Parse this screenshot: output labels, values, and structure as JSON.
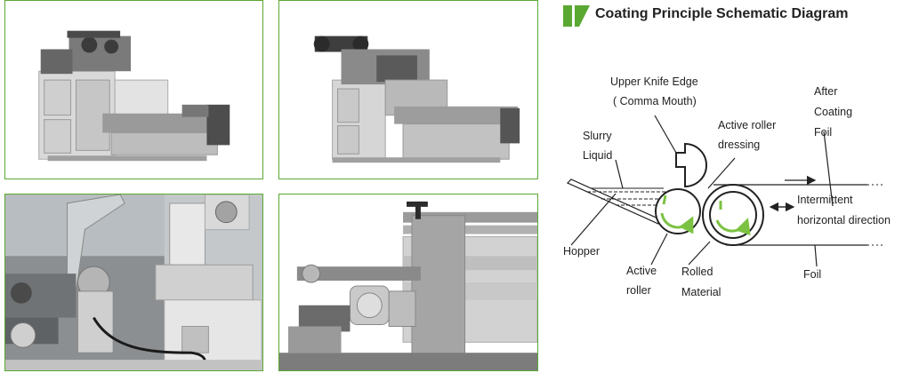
{
  "title": "Coating Principle Schematic Diagram",
  "colors": {
    "accent_green": "#5aa832",
    "arrow_green": "#7cc242",
    "frame_grey": "#cfcfcf",
    "machine_grey": "#8e8e8e",
    "text": "#222222"
  },
  "photos": [
    {
      "name": "machine-front-view-photo"
    },
    {
      "name": "machine-angled-view-photo"
    },
    {
      "name": "unwinder-closeup-photo"
    },
    {
      "name": "roller-assembly-closeup-photo"
    }
  ],
  "labels": {
    "upper_knife_1": "Upper Knife Edge",
    "upper_knife_2": "( Comma Mouth)",
    "active_roller_dressing_1": "Active roller",
    "active_roller_dressing_2": "dressing",
    "after_coating_1": "After",
    "after_coating_2": "Coating",
    "after_coating_3": "Foil",
    "slurry_1": "Slurry",
    "slurry_2": "Liquid",
    "intermittent": "Intermittent",
    "horizontal": "horizontal direction",
    "hopper": "Hopper",
    "active_roller_1": "Active",
    "active_roller_2": "roller",
    "rolled_material_1": "Rolled",
    "rolled_material_2": "Material",
    "foil": "Foil"
  }
}
